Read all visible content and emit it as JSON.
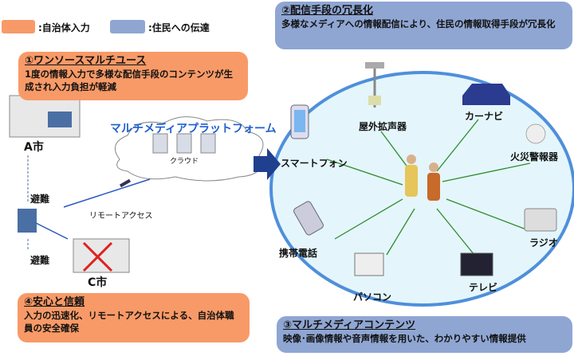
{
  "legend": {
    "municipal_input": ":自治体入力",
    "resident_delivery": ":住民への伝達",
    "colors": {
      "orange": "#F89A67",
      "blue": "#8FA6D3"
    }
  },
  "box1": {
    "title": "①ワンソースマルチユース",
    "text": "1度の情報入力で多様な配信手段のコンテンツが生成され入力負担が軽減"
  },
  "box2": {
    "title": "②配信手段の冗長化",
    "text": "多様なメディアへの情報配信により、住民の情報取得手段が冗長化"
  },
  "box3": {
    "title": "③マルチメディアコンテンツ",
    "text": "映像･画像情報や音声情報を用いた、わかりやすい情報提供"
  },
  "box4": {
    "title": "④安心と信頼",
    "text": "入力の迅速化、リモートアクセスによる、自治体職員の安全確保"
  },
  "left": {
    "platform": "マルチメディアプラットフォーム",
    "cloud": "クラウド",
    "city_a": "A市",
    "city_c": "C市",
    "evac1": "避難",
    "evac2": "避難",
    "remote": "リモートアクセス"
  },
  "media": {
    "speaker": "屋外拡声器",
    "carnavi": "カーナビ",
    "fire_alarm": "火災警報器",
    "smartphone": "スマートフォン",
    "radio": "ラジオ",
    "mobile": "携帯電話",
    "tv": "テレビ",
    "pc": "パソコン"
  }
}
